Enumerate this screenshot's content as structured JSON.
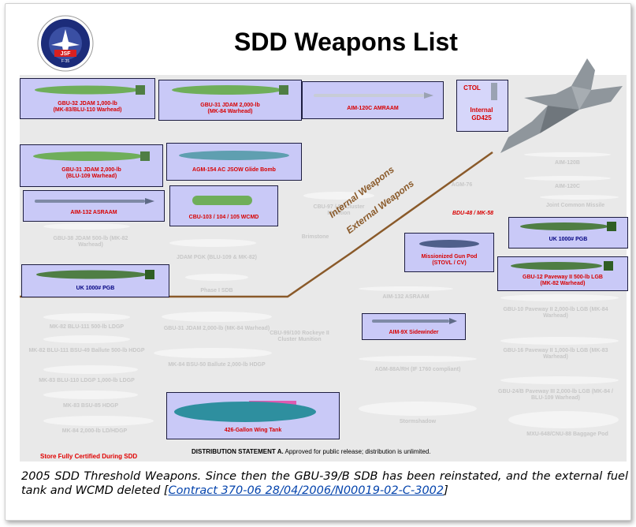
{
  "title": "SDD Weapons List",
  "logo": {
    "top_text": "JOINT STRIKE FIGHTER",
    "mark": "JSF",
    "model": "F-35"
  },
  "weapons_in_boxes": [
    {
      "label": "GBU-32 JDAM 1,000-lb",
      "sub": "(MK-83/BLU-110 Warhead)"
    },
    {
      "label": "GBU-31 JDAM 2,000-lb",
      "sub": "(MK-84 Warhead)"
    },
    {
      "label": "AIM-120C AMRAAM",
      "sub": ""
    },
    {
      "label": "GBU-31 JDAM 2,000-lb",
      "sub": "(BLU-109 Warhead)"
    },
    {
      "label": "AGM-154 AC JSOW Glide Bomb",
      "sub": ""
    },
    {
      "label": "AIM-132 ASRAAM",
      "sub": ""
    },
    {
      "label": "CBU-103 / 104 / 105 WCMD",
      "sub": ""
    },
    {
      "label": "UK 1000# PGB",
      "sub": ""
    },
    {
      "label": "UK 1000# PGB",
      "sub": ""
    },
    {
      "label": "Missionized Gun Pod",
      "sub": "(STOVL / CV)"
    },
    {
      "label": "GBU-12 Paveway II 500-lb LGB",
      "sub": "(MK-82 Warhead)"
    },
    {
      "label": "AIM-9X Sidewinder",
      "sub": ""
    },
    {
      "label": "426-Gallon Wing Tank",
      "sub": ""
    }
  ],
  "ctol": {
    "title": "CTOL",
    "line1": "Internal",
    "line2": "GD425"
  },
  "bdu": "BDU-48 / MK-58",
  "internal_label": "Internal Weapons",
  "external_label": "External Weapons",
  "ghost_labels": [
    "GBU-38 JDAM 500-lb (MK-82 Warhead)",
    "JDAM PGK (BLU-109 & MK-82)",
    "Phase I SDB",
    "CBU-97 / 89 Cluster Munition",
    "Brimstone",
    "AIM-120B",
    "AIM-120C",
    "Joint Common Missile",
    "AGM-76",
    "AIM-132 ASRAAM",
    "MK-82 BLU-111 500-lb LDGP",
    "MK-82 BLU-111 BSU-49 Ballute 500-lb HDGP",
    "MK-83 BLU-110 LDGP 1,000-lb LDGP",
    "MK-83 BSU-85 HDGP",
    "MK-84 2,000-lb LD/HDGP",
    "GBU-31 JDAM 2,000-lb (MK-84 Warhead)",
    "MK-84 BSU-50 Ballute 2,000-lb HDGP",
    "CBU-99/100 Rockeye II Cluster Munition",
    "AGM-88A/RH (IF 1760 compliant)",
    "Stormshadow",
    "GBU-10 Paveway II 2,000-lb LGB (MK-84 Warhead)",
    "GBU-16 Paveway II 1,000-lb LGB (MK-83 Warhead)",
    "GBU-24/B Paveway III 2,000-lb LGB (MK-84 / BLU-109 Warhead)",
    "MXU-648/CNU-88 Baggage Pod"
  ],
  "distribution": {
    "bold": "DISTRIBUTION STATEMENT A.",
    "text": "Approved for public release; distribution is unlimited."
  },
  "certified_note": "Store Fully Certified During SDD",
  "caption": {
    "text": "2005 SDD Threshold Weapons. Since then the GBU-39/B SDB has been reinstated, and the external fuel tank and WCMD deleted [",
    "link": "Contract 370-06 28/04/2006/N00019-02-C-3002",
    "end": "]"
  },
  "colors": {
    "box_fill": "#c9c9f7",
    "label_red": "#d80000",
    "weapon_green": "#6fae5a",
    "divider": "#8a5a2a"
  }
}
